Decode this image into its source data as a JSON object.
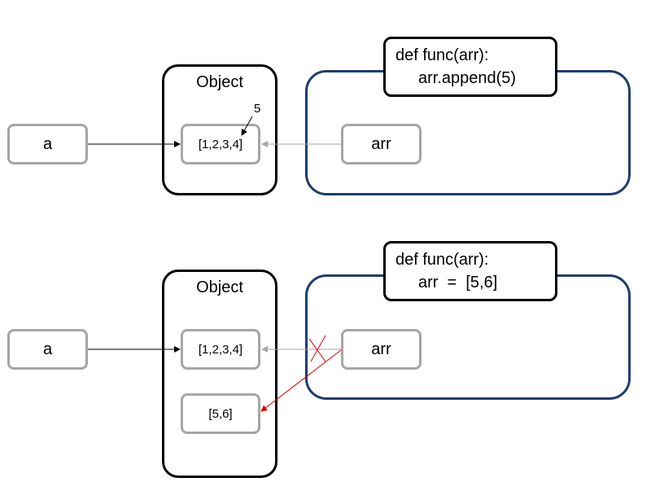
{
  "diagram_top": {
    "variable_a": "a",
    "object_label": "Object",
    "list_value": "[1,2,3,4]",
    "append_note": "5",
    "param_arr": "arr",
    "code_line1": "def func(arr):",
    "code_line2": "arr.append(5)"
  },
  "diagram_bottom": {
    "variable_a": "a",
    "object_label": "Object",
    "list_value": "[1,2,3,4]",
    "new_list_value": "[5,6]",
    "param_arr": "arr",
    "code_line1": "def func(arr):",
    "code_line2": "arr  =  [5,6]"
  },
  "colors": {
    "black_arrow": "#000000",
    "gray_arrow": "#a6a6a6",
    "red_arrow": "#e00000",
    "func_border": "#1f3d6e"
  }
}
